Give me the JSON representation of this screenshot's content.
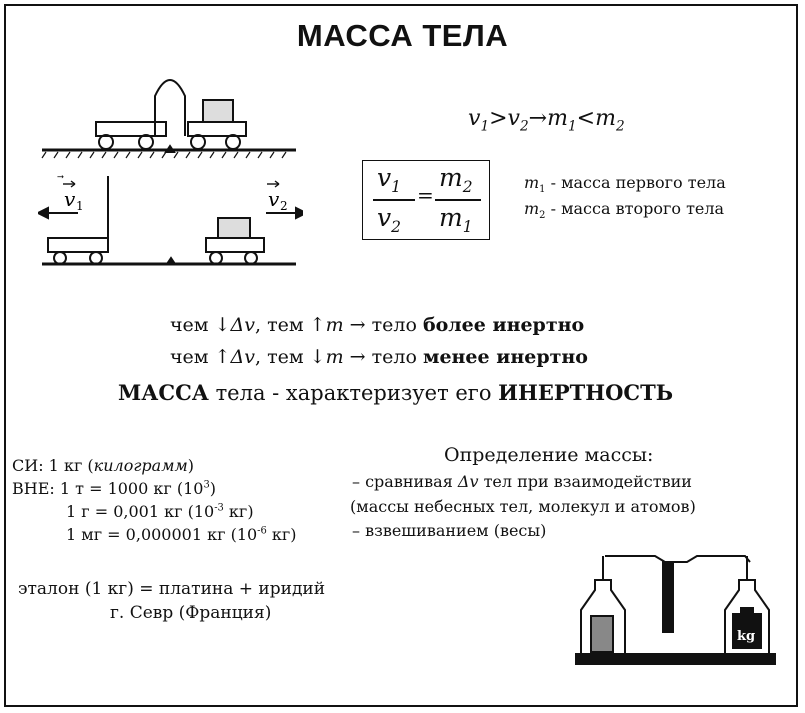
{
  "title": "МАССА ТЕЛА",
  "velocity_relation": {
    "v1": "v",
    "sub1": "1",
    "gt": ">",
    "v2": "v",
    "sub2": "2",
    "arrow": "→",
    "m1": "m",
    "msub1": "1",
    "lt": "<",
    "m2": "m",
    "msub2": "2"
  },
  "fraction": {
    "num_left": "v",
    "num_left_sub": "1",
    "den_left": "v",
    "den_left_sub": "2",
    "equals": "=",
    "num_right": "m",
    "num_right_sub": "2",
    "den_right": "m",
    "den_right_sub": "1"
  },
  "mass_labels": {
    "m1": {
      "symbol": "m",
      "sub": "1",
      "text": " - масса первого тела"
    },
    "m2": {
      "symbol": "m",
      "sub": "2",
      "text": " - масса второго тела"
    }
  },
  "vector_labels": {
    "v1": "v",
    "v1_sub": "1",
    "v2": "v",
    "v2_sub": "2"
  },
  "inertia": {
    "line1": {
      "a": "чем ",
      "arrow1": "↓",
      "dv": "Δv",
      "b": ", тем ",
      "arrow2": "↑",
      "m": "m",
      "c": " → тело ",
      "bold": "более инертно"
    },
    "line2": {
      "a": "чем ",
      "arrow1": "↑",
      "dv": "Δv",
      "b": ", тем ",
      "arrow2": "↓",
      "m": "m",
      "c": " → тело ",
      "bold": "менее инертно"
    }
  },
  "main_statement": {
    "bold1": "МАССА",
    "text": " тела - характеризует его ",
    "bold2": "ИНЕРТНОСТЬ"
  },
  "units": {
    "si": {
      "label": "СИ: 1 кг (",
      "italic": "килограмм",
      "close": ")"
    },
    "vne": [
      {
        "prefix": "ВНЕ: ",
        "text": "1 т  = 1000 кг (10",
        "exp": "3",
        "close": ")"
      },
      {
        "prefix": "",
        "text": "1 г = 0,001 кг (10",
        "exp": "-3",
        "close": " кг)"
      },
      {
        "prefix": "",
        "text": "1 мг = 0,000001 кг (10",
        "exp": "-6",
        "close": " кг)"
      }
    ]
  },
  "standard": {
    "line1": "эталон (1 кг)  = платина + иридий",
    "line2": "г. Севр (Франция)"
  },
  "determination": {
    "heading": "Определение массы:",
    "items": [
      {
        "a": "– сравнивая ",
        "dv": "Δv",
        "b": " тел при взаимодействии"
      },
      {
        "a": "(массы небесных тел, молекул и атомов)",
        "dv": "",
        "b": ""
      },
      {
        "a": "– взвешиванием (весы)",
        "dv": "",
        "b": ""
      }
    ]
  },
  "scale_weight_label": "kg"
}
